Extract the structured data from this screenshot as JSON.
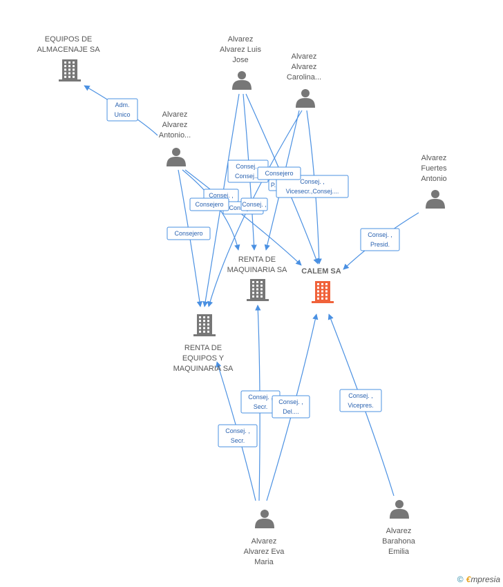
{
  "colors": {
    "edge": "#4a90e2",
    "node": "#777777",
    "main_node": "#f0623a"
  },
  "nodes": [
    {
      "id": "equipos",
      "type": "company",
      "icon": "building-icon",
      "label": [
        "EQUIPOS DE",
        "ALMACENAJE SA"
      ]
    },
    {
      "id": "luis",
      "type": "person",
      "icon": "person-icon",
      "label": [
        "Alvarez",
        "Alvarez Luis",
        "Jose"
      ]
    },
    {
      "id": "carolina",
      "type": "person",
      "icon": "person-icon",
      "label": [
        "Alvarez",
        "Alvarez",
        "Carolina..."
      ]
    },
    {
      "id": "antonio",
      "type": "person",
      "icon": "person-icon",
      "label": [
        "Alvarez",
        "Alvarez",
        "Antonio..."
      ]
    },
    {
      "id": "fuertes",
      "type": "person",
      "icon": "person-icon",
      "label": [
        "Alvarez",
        "Fuertes",
        "Antonio"
      ]
    },
    {
      "id": "renta_maq",
      "type": "company",
      "icon": "building-icon",
      "label": [
        "RENTA DE",
        "MAQUINARIA SA"
      ]
    },
    {
      "id": "calem",
      "type": "company",
      "icon": "building-icon",
      "main": true,
      "label": [
        "CALEM SA"
      ]
    },
    {
      "id": "renta_equipos",
      "type": "company",
      "icon": "building-icon",
      "label": [
        "RENTA DE",
        "EQUIPOS Y",
        "MAQUINARIA SA"
      ]
    },
    {
      "id": "eva",
      "type": "person",
      "icon": "person-icon",
      "label": [
        "Alvarez",
        "Alvarez Eva",
        "Maria"
      ]
    },
    {
      "id": "emilia",
      "type": "person",
      "icon": "person-icon",
      "label": [
        "Alvarez",
        "Barahona",
        "Emilia"
      ]
    }
  ],
  "edge_labels": [
    [
      "Adm.",
      "Unico"
    ],
    [
      "Consejero"
    ],
    [
      "Consej. ,",
      "Consej...."
    ],
    [
      "Consejero"
    ],
    [
      "P..."
    ],
    [
      "Consej. ,",
      "Vicesecr.,Consej...."
    ],
    [
      "Consej. ,"
    ],
    [
      "Consejero"
    ],
    [
      "Consej. ,"
    ],
    [
      "Consejero"
    ],
    [
      "Consej. ,",
      "Presid."
    ],
    [
      "Consej. ,",
      "Secr."
    ],
    [
      "Consej. ,",
      "Del...."
    ],
    [
      "Consej. ,",
      "Secr."
    ],
    [
      "Consej. ,",
      "Vicepres."
    ]
  ],
  "footer": {
    "copyright": "©",
    "brand_initial": "€",
    "brand_rest": "mpresia"
  }
}
